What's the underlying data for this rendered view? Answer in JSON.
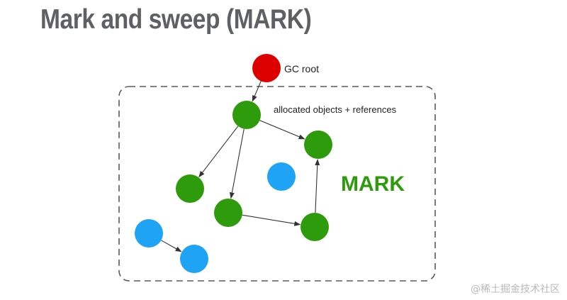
{
  "slide": {
    "title": "Mark and sweep (MARK)"
  },
  "diagram": {
    "root_label": "GC root",
    "region_label": "allocated objects + references",
    "phase_label": "MARK",
    "colors": {
      "root": "#dd0000",
      "marked": "#2d9b0b",
      "unmarked": "#1fa3f4",
      "phase_text": "#2d9b0b",
      "region_border": "#5a5a5a",
      "edge": "#333333"
    },
    "nodes": [
      {
        "id": "gc-root",
        "kind": "root"
      },
      {
        "id": "object-a",
        "kind": "marked"
      },
      {
        "id": "object-b",
        "kind": "marked"
      },
      {
        "id": "object-c",
        "kind": "marked"
      },
      {
        "id": "object-d",
        "kind": "marked"
      },
      {
        "id": "object-e",
        "kind": "marked"
      },
      {
        "id": "object-f",
        "kind": "marked"
      },
      {
        "id": "object-g",
        "kind": "unmarked"
      },
      {
        "id": "object-h",
        "kind": "unmarked"
      },
      {
        "id": "object-i",
        "kind": "unmarked"
      }
    ],
    "edges": [
      {
        "from": "gc-root",
        "to": "object-a"
      },
      {
        "from": "object-a",
        "to": "object-b"
      },
      {
        "from": "object-a",
        "to": "object-c"
      },
      {
        "from": "object-a",
        "to": "object-d"
      },
      {
        "from": "object-d",
        "to": "object-e"
      },
      {
        "from": "object-e",
        "to": "object-f"
      },
      {
        "from": "object-f",
        "to": "object-c"
      },
      {
        "from": "object-h",
        "to": "object-i"
      }
    ]
  },
  "watermark": "@稀土掘金技术社区"
}
